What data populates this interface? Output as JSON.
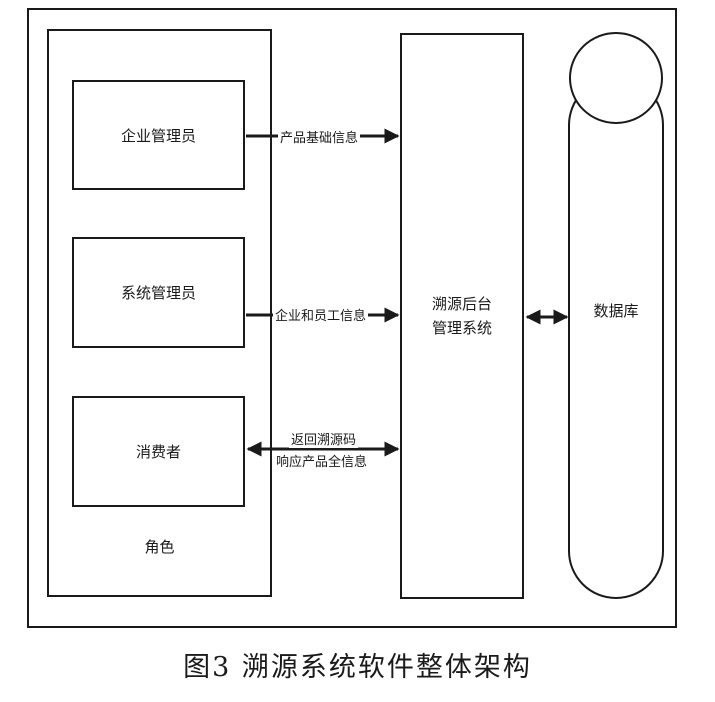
{
  "roles": {
    "items": [
      "企业管理员",
      "系统管理员",
      "消费者"
    ],
    "label": "角色"
  },
  "backend": {
    "line1": "溯源后台",
    "line2": "管理系统"
  },
  "database": {
    "label": "数据库"
  },
  "flows": {
    "f1": "产品基础信息",
    "f2": "企业和员工信息",
    "f3_line1": "返回溯源码",
    "f3_line2": "响应产品全信息"
  },
  "caption": "图3 溯源系统软件整体架构"
}
